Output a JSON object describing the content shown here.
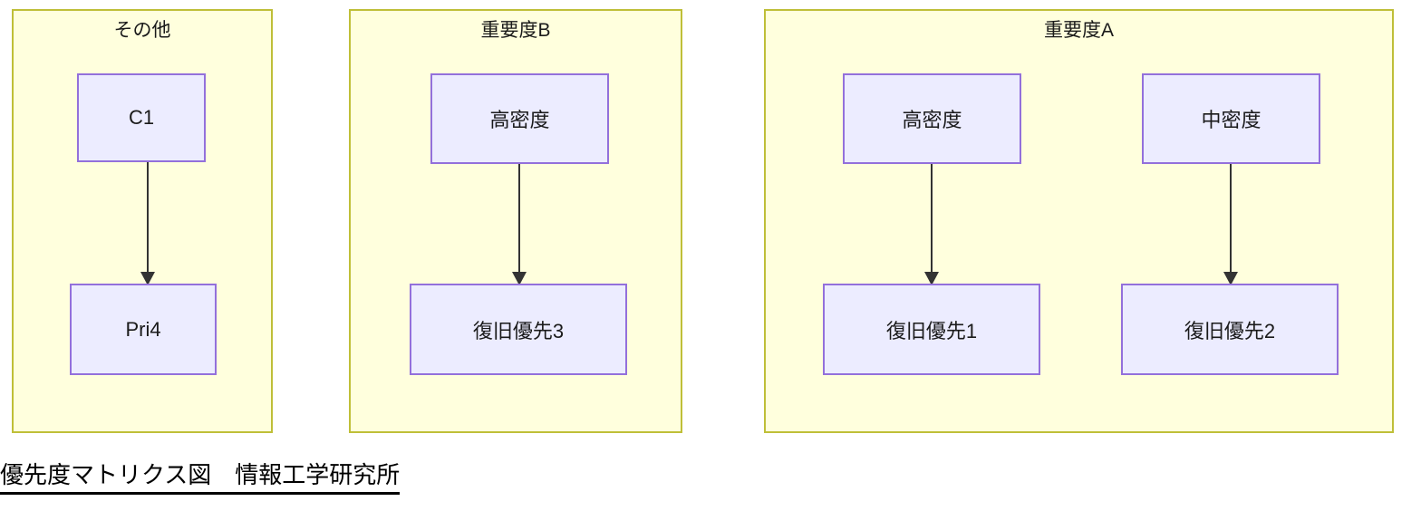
{
  "diagram": {
    "caption": "優先度マトリクス図　情報工学研究所",
    "colors": {
      "group_fill": "#ffffdd",
      "group_border": "#bfbf38",
      "node_fill": "#ececff",
      "node_border": "#9370db",
      "edge": "#333333",
      "text": "#1a1a1a",
      "background": "#ffffff"
    },
    "groups": [
      {
        "id": "group-sonota",
        "title": "その他",
        "nodes": [
          {
            "id": "node-c1",
            "label": "C1"
          },
          {
            "id": "node-pri4",
            "label": "Pri4"
          }
        ],
        "edges": [
          {
            "from": "node-c1",
            "to": "node-pri4"
          }
        ]
      },
      {
        "id": "group-juyoudo-b",
        "title": "重要度B",
        "nodes": [
          {
            "id": "node-kou-mitsudo-b",
            "label": "高密度"
          },
          {
            "id": "node-fukkyu-yusen-3",
            "label": "復旧優先3"
          }
        ],
        "edges": [
          {
            "from": "node-kou-mitsudo-b",
            "to": "node-fukkyu-yusen-3"
          }
        ]
      },
      {
        "id": "group-juyoudo-a",
        "title": "重要度A",
        "nodes": [
          {
            "id": "node-kou-mitsudo-a",
            "label": "高密度"
          },
          {
            "id": "node-chu-mitsudo-a",
            "label": "中密度"
          },
          {
            "id": "node-fukkyu-yusen-1",
            "label": "復旧優先1"
          },
          {
            "id": "node-fukkyu-yusen-2",
            "label": "復旧優先2"
          }
        ],
        "edges": [
          {
            "from": "node-kou-mitsudo-a",
            "to": "node-fukkyu-yusen-1"
          },
          {
            "from": "node-chu-mitsudo-a",
            "to": "node-fukkyu-yusen-2"
          }
        ]
      }
    ]
  }
}
